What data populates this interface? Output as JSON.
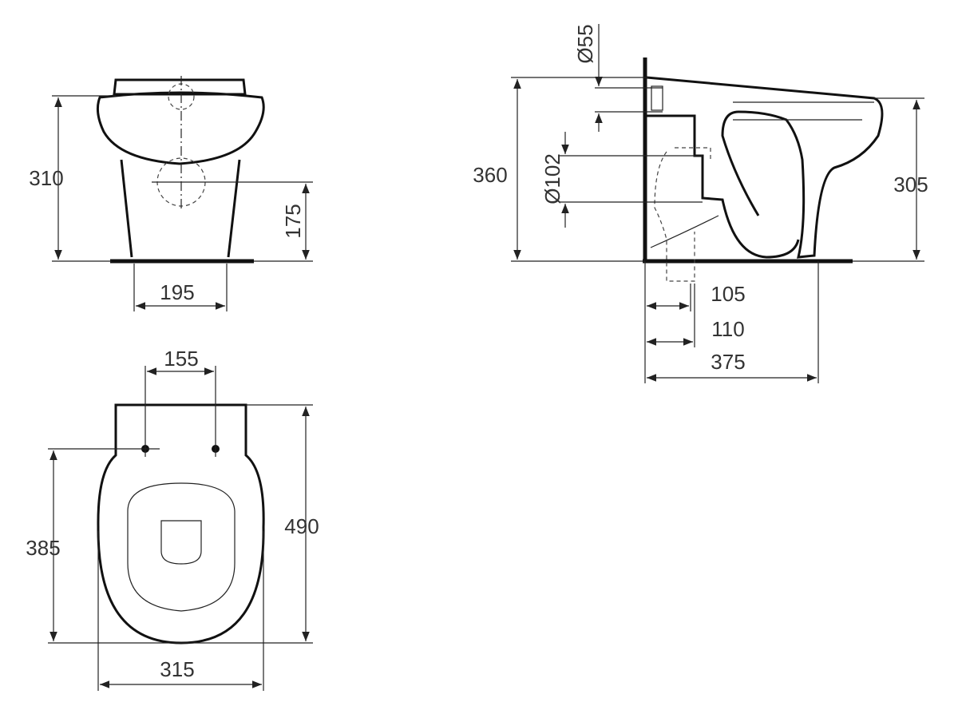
{
  "front_view": {
    "height_total": "310",
    "outlet_height": "175",
    "base_width": "195"
  },
  "top_view": {
    "hole_spacing": "155",
    "hole_to_front": "385",
    "total_length": "490",
    "total_width": "315"
  },
  "side_view": {
    "inlet_diameter": "Ø55",
    "inlet_height": "360",
    "outlet_diameter": "Ø102",
    "rim_height": "305",
    "outlet_offset_a": "105",
    "outlet_offset_b": "110",
    "projection": "375"
  }
}
